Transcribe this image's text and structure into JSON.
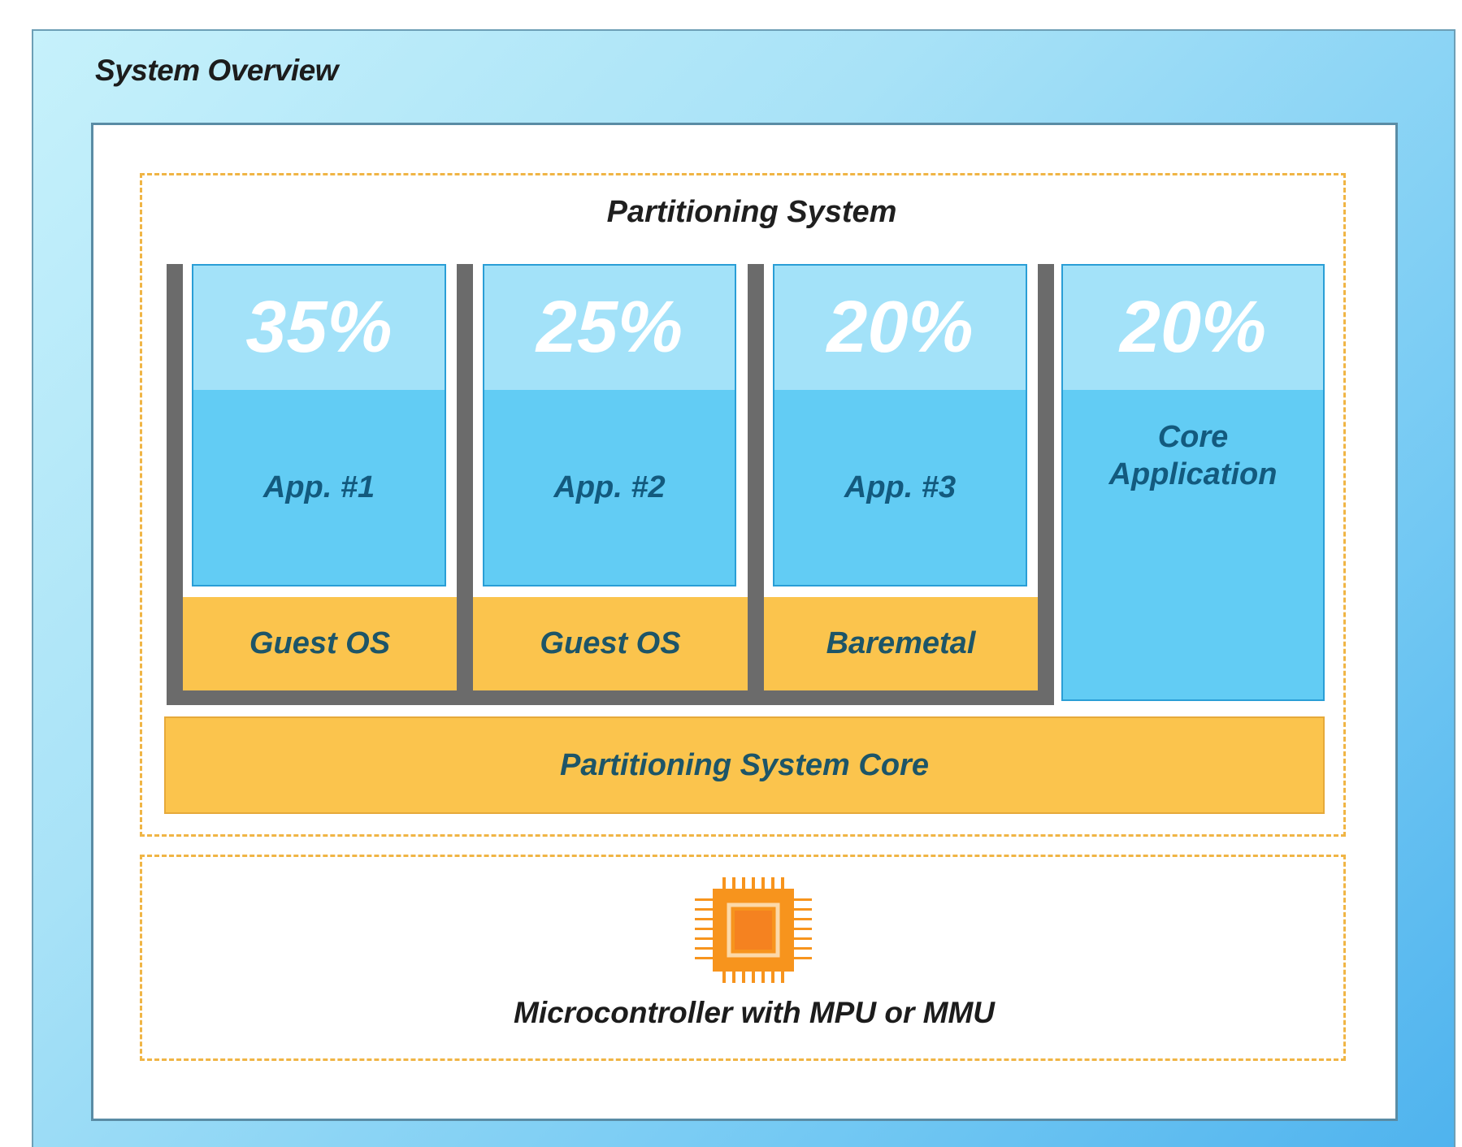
{
  "diagram": {
    "title": "System Overview",
    "partitioning_system_label": "Partitioning System",
    "partitions": [
      {
        "percent": "35%",
        "app_label": "App. #1",
        "base_label": "Guest OS"
      },
      {
        "percent": "25%",
        "app_label": "App. #2",
        "base_label": "Guest OS"
      },
      {
        "percent": "20%",
        "app_label": "App. #3",
        "base_label": "Baremetal"
      },
      {
        "percent": "20%",
        "app_label": "Core\nApplication"
      }
    ],
    "core_label": "Partitioning System Core",
    "hardware_label": "Microcontroller with MPU or MMU",
    "chip_icon": "microcontroller-chip-icon",
    "colors": {
      "background_gradient_start": "#c6f1fb",
      "background_gradient_end": "#4fb3ee",
      "app_blue": "#62ccf4",
      "percent_band": "#a3e2f9",
      "os_yellow": "#fbc44d",
      "separator_gray": "#6b6b6b",
      "dashed_border": "#f0b545",
      "chip_orange": "#f7941d"
    }
  }
}
